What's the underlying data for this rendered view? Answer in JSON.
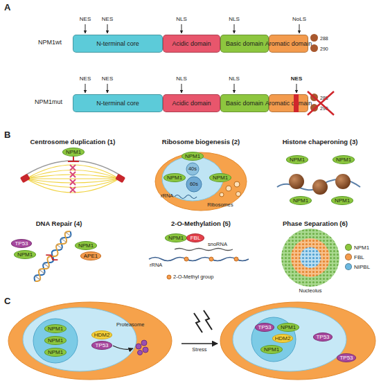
{
  "diagram": {
    "nodes": [
      {
        "text": [
          "N-terminal core"
        ]
      },
      {
        "text": [
          "Acidic domain"
        ]
      },
      {
        "text": [
          "Basic domain"
        ]
      },
      {
        "text": [
          "Aromatic domain"
        ]
      },
      {
        "text": [
          "288"
        ]
      },
      {
        "text": [
          "290"
        ]
      },
      {
        "text": [
          "N-terminal core"
        ]
      },
      {
        "text": [
          "Acidic domain"
        ]
      },
      {
        "text": [
          "Basic domain"
        ]
      },
      {
        "text": [
          "Aromatic domain"
        ]
      },
      {
        "text": [
          "288"
        ]
      },
      {
        "text": [
          "290"
        ]
      },
      {
        "text": [
          "NPM1"
        ]
      },
      {
        "text": [
          "NPM1"
        ]
      },
      {
        "text": [
          "NPM1"
        ]
      },
      {
        "text": [
          "NPM1"
        ]
      },
      {
        "text": [
          "NPM1"
        ]
      },
      {
        "text": [
          "NPM1"
        ]
      },
      {
        "text": [
          "NPM1"
        ]
      },
      {
        "text": [
          "NPM1"
        ]
      },
      {
        "text": [
          "TP53"
        ]
      },
      {
        "text": [
          "NPM1"
        ]
      },
      {
        "text": [
          "NPM1"
        ]
      },
      {
        "text": [
          "APE1"
        ]
      },
      {
        "text": [
          "NPM1"
        ]
      },
      {
        "text": [
          "FBL"
        ]
      },
      {
        "text": [
          "NPM1"
        ]
      },
      {
        "text": [
          "NPM1"
        ]
      },
      {
        "text": [
          "NPM1"
        ]
      },
      {
        "text": [
          "HDM2"
        ]
      },
      {
        "text": [
          "TP53"
        ]
      },
      {
        "text": [
          "TP53"
        ]
      },
      {
        "text": [
          "NPM1"
        ]
      },
      {
        "text": [
          "HDM2"
        ]
      },
      {
        "text": [
          "NPM1"
        ]
      },
      {
        "text": [
          "TP53"
        ]
      },
      {
        "text": [
          "TP53"
        ]
      }
    ],
    "labels": [
      "A",
      "NPM1wt",
      "NES",
      "NES",
      "NLS",
      "NLS",
      "NoLS",
      "NPM1mut",
      "NES",
      "NES",
      "NLS",
      "NLS",
      "NES",
      "B",
      "Centrosome duplication (1)",
      "Ribosome biogenesis (2)",
      "Histone chaperoning (3)",
      "40s",
      "60s",
      "rRNA",
      "Ribosomes",
      "DNA Repair (4)",
      "2-O-Methylation (5)",
      "Phase Separation (6)",
      "snoRNA",
      "rRNA",
      "2-O-Methyl group",
      "Nucleolus",
      "C",
      "Proteasome",
      "Stress"
    ],
    "legend": [
      {
        "text": "NPM1",
        "color": "#8cc63f"
      },
      {
        "text": "FBL",
        "color": "#f39b4d"
      },
      {
        "text": "NIPBL",
        "color": "#6cb8e0"
      }
    ]
  }
}
